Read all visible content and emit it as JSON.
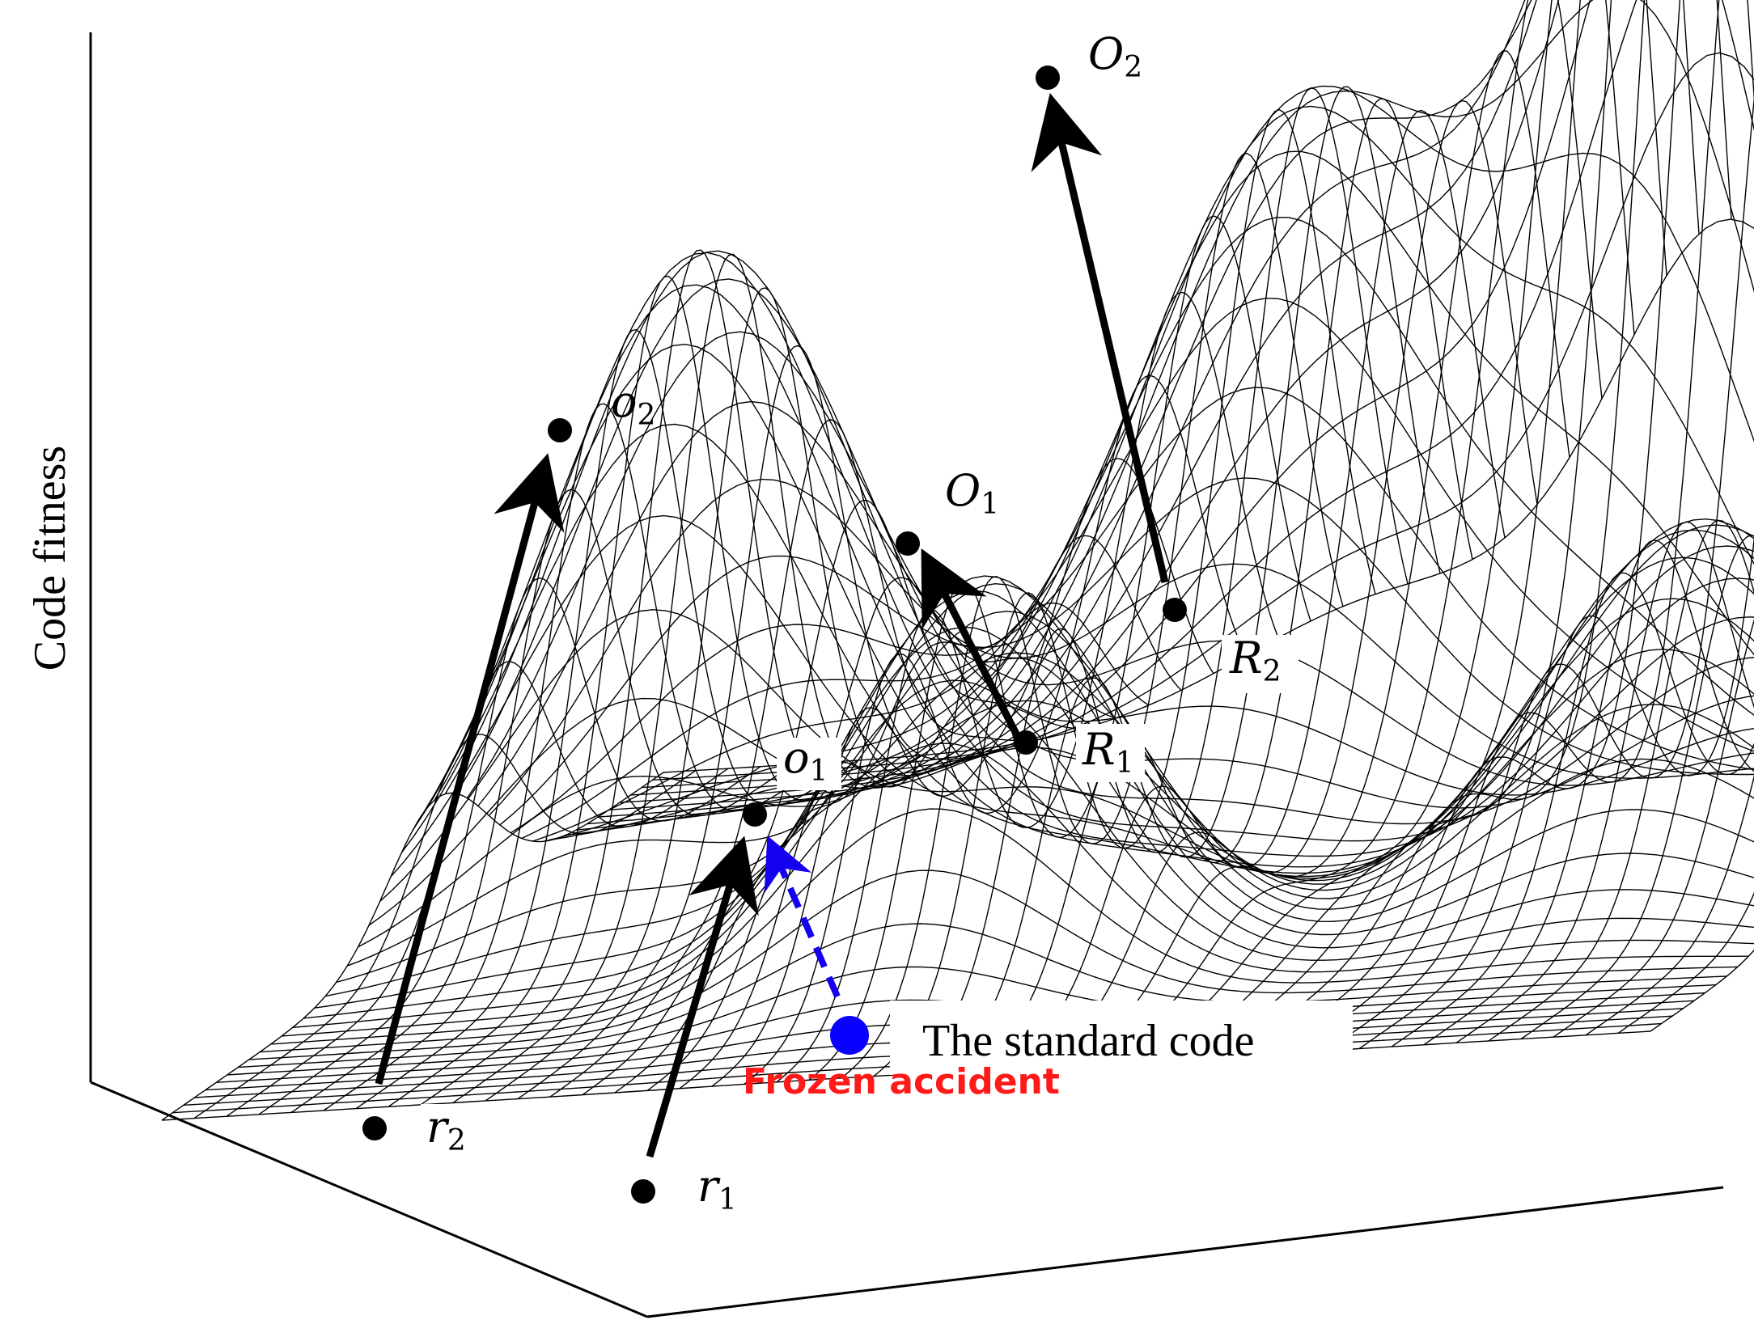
{
  "axis": {
    "ylabel": "Code fitness"
  },
  "points": [
    {
      "id": "O2",
      "main": "O",
      "sub": "2"
    },
    {
      "id": "o2",
      "main": "o",
      "sub": "2"
    },
    {
      "id": "O1",
      "main": "O",
      "sub": "1"
    },
    {
      "id": "o1",
      "main": "o",
      "sub": "1"
    },
    {
      "id": "R2",
      "main": "R",
      "sub": "2"
    },
    {
      "id": "R1",
      "main": "R",
      "sub": "1"
    },
    {
      "id": "r2",
      "main": "r",
      "sub": "2"
    },
    {
      "id": "r1",
      "main": "r",
      "sub": "1"
    }
  ],
  "annotations": {
    "standard_code": "The standard code",
    "frozen_accident": "Frozen accident"
  },
  "colors": {
    "mesh": "#000000",
    "standard_code_dot": "#0a00ff",
    "frozen_accident_text": "#ff1a1a",
    "dashed_arrow": "#1400ee"
  }
}
